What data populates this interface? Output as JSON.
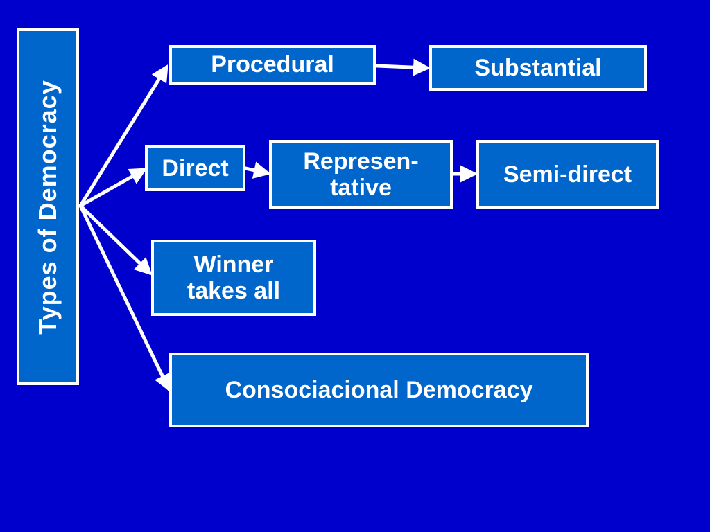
{
  "diagram": {
    "root_label": "Types of Democracy",
    "nodes": {
      "procedural": "Procedural",
      "substantial": "Substantial",
      "direct": "Direct",
      "representative_line1": "Represen-",
      "representative_line2": "tative",
      "semi_direct": "Semi-direct",
      "winner_line1": "Winner",
      "winner_line2": "takes all",
      "consociational": "Consociacional Democracy"
    },
    "colors": {
      "background": "#0000cc",
      "box_fill": "#0066cc",
      "border_and_text": "#ffffff"
    }
  }
}
